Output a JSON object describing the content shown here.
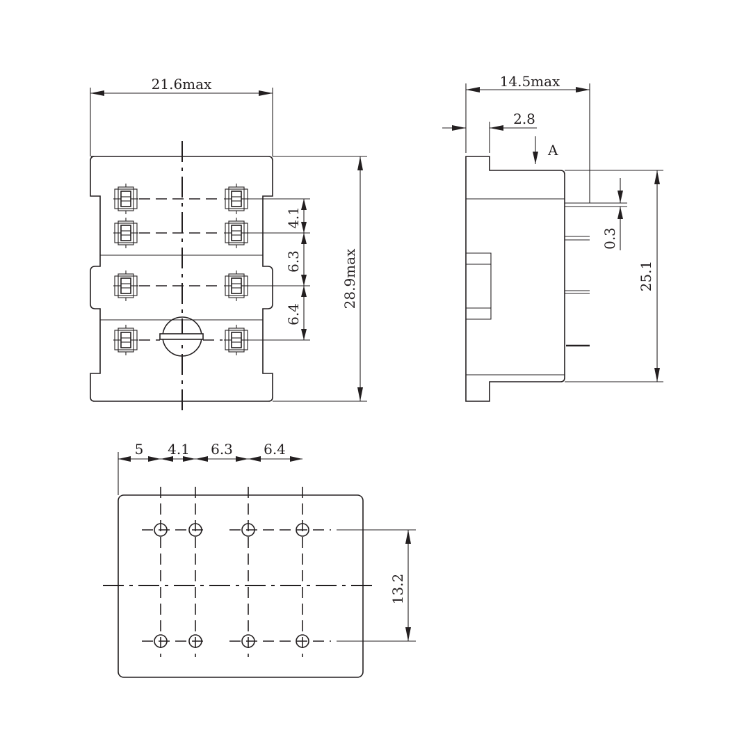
{
  "dimensions": {
    "top_width": "21.6max",
    "top_height": "28.9max",
    "top_pitch_1": "4.1",
    "top_pitch_2": "6.3",
    "top_pitch_3": "6.4",
    "side_depth": "14.5max",
    "side_flange": "2.8",
    "side_view_marker": "A",
    "side_pin_thickness": "0.3",
    "side_body_height": "25.1",
    "bottom_pitch_1": "5",
    "bottom_pitch_2": "4.1",
    "bottom_pitch_3": "6.3",
    "bottom_pitch_4": "6.4",
    "bottom_row_spacing": "13.2"
  }
}
